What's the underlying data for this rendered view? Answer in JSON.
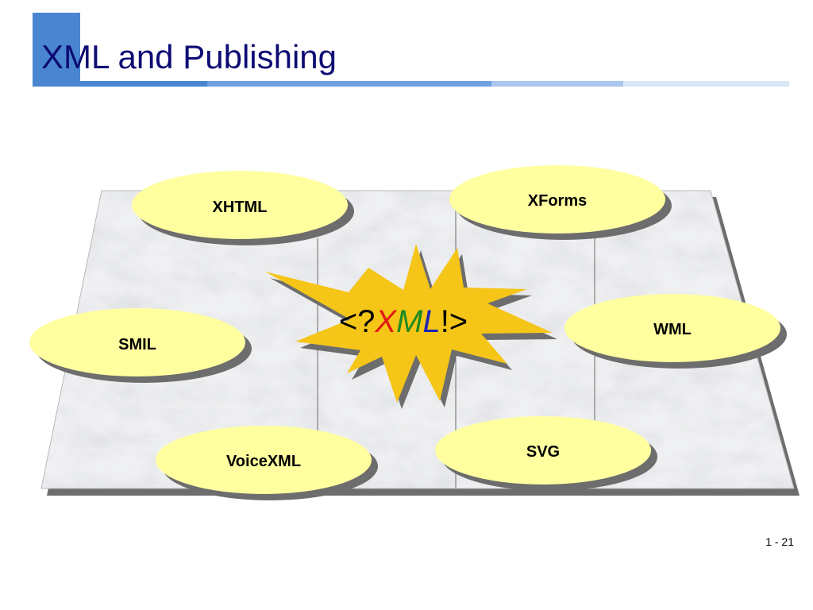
{
  "slide": {
    "title": "XML and Publishing",
    "page_number": "1 - 21"
  },
  "center_burst": {
    "prefix": "<?",
    "letters": [
      {
        "char": "X",
        "color": "#e01a12"
      },
      {
        "char": "M",
        "color": "#1f8a1f"
      },
      {
        "char": "L",
        "color": "#1a24b8"
      }
    ],
    "suffix": "!>"
  },
  "nodes": [
    {
      "id": "xhtml",
      "label": "XHTML"
    },
    {
      "id": "xforms",
      "label": "XForms"
    },
    {
      "id": "smil",
      "label": "SMIL"
    },
    {
      "id": "wml",
      "label": "WML"
    },
    {
      "id": "voicexml",
      "label": "VoiceXML"
    },
    {
      "id": "svg",
      "label": "SVG"
    }
  ],
  "colors": {
    "title": "#0d0b73",
    "accent": "#4a86d0",
    "ellipse_fill": "#ffffa0",
    "burst_fill": "#f5c518",
    "shadow": "#6d6d6d"
  }
}
